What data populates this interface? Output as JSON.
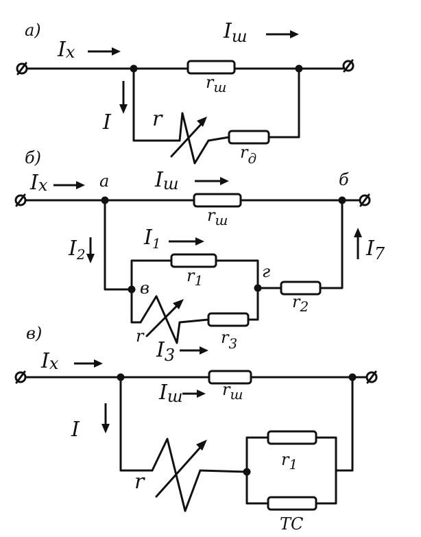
{
  "diagram_a": {
    "tag": "а)",
    "i_x": "I",
    "i_x_sub": "x",
    "i_sh": "I",
    "i_sh_sub": "ш",
    "i": "I",
    "r": "r",
    "r_sh": "r",
    "r_sh_sub": "ш",
    "r_d": "r",
    "r_d_sub": "д"
  },
  "diagram_b": {
    "tag": "б)",
    "i_x": "I",
    "i_x_sub": "x",
    "node_a": "а",
    "i_sh": "I",
    "i_sh_sub": "ш",
    "node_b": "б",
    "r_sh": "r",
    "r_sh_sub": "ш",
    "i_1": "I",
    "i_1_sub": "1",
    "i_2": "I",
    "i_2_sub": "2",
    "i_7": "I",
    "i_7_sub": "7",
    "node_v": "в",
    "node_g": "г",
    "r_1": "r",
    "r_1_sub": "1",
    "r_2": "r",
    "r_2_sub": "2",
    "r": "r",
    "r_3": "r",
    "r_3_sub": "3",
    "i_3": "I",
    "i_3_sub": "3"
  },
  "diagram_v": {
    "tag": "в)",
    "i_x": "I",
    "i_x_sub": "x",
    "i_sh": "I",
    "i_sh_sub": "ш",
    "r_sh": "r",
    "r_sh_sub": "ш",
    "i": "I",
    "r": "r",
    "r_1": "r",
    "r_1_sub": "1",
    "tc": "ТС"
  }
}
